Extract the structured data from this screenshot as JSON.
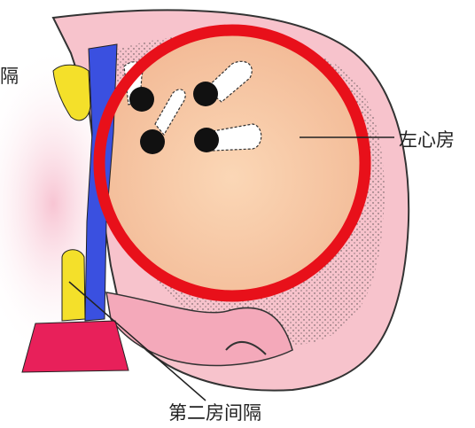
{
  "labels": {
    "partial_left": "隔",
    "left_atrium": "左心房",
    "septum_secundum": "第二房间隔"
  },
  "colors": {
    "highlight_ring": "#e8101a",
    "atrium_fill": "#f6c6a0",
    "wall_pink": "#f4b9c3",
    "septum_blue": "#3a50e0",
    "septum_yellow": "#f4e02a",
    "base_magenta": "#e8205a",
    "vein_opening": "#111111"
  }
}
